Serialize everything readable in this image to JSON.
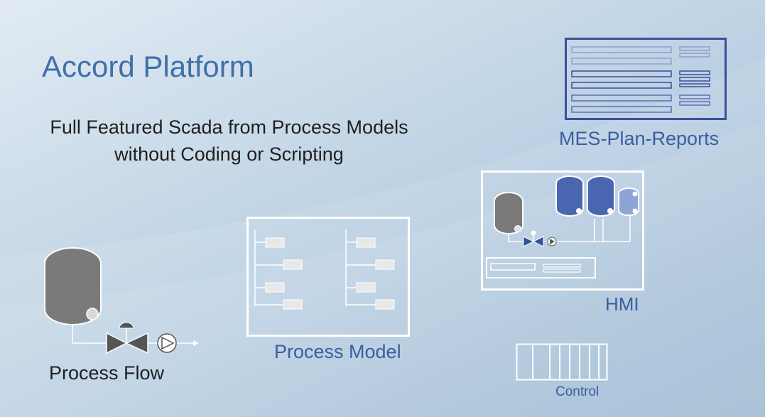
{
  "slide": {
    "title": "Accord Platform",
    "subtitle_line1": "Full Featured Scada from Process Models",
    "subtitle_line2": "without Coding or Scripting"
  },
  "modules": {
    "mes": "MES-Plan-Reports",
    "hmi": "HMI",
    "process_model": "Process Model",
    "process_flow": "Process Flow",
    "control": "Control"
  },
  "colors": {
    "title": "#3f70a8",
    "label_blue": "#3a5ea0",
    "tank_gray": "#7a7a7a",
    "tank_blue": "#4a66b0",
    "tank_light_blue": "#8ea3d6"
  }
}
